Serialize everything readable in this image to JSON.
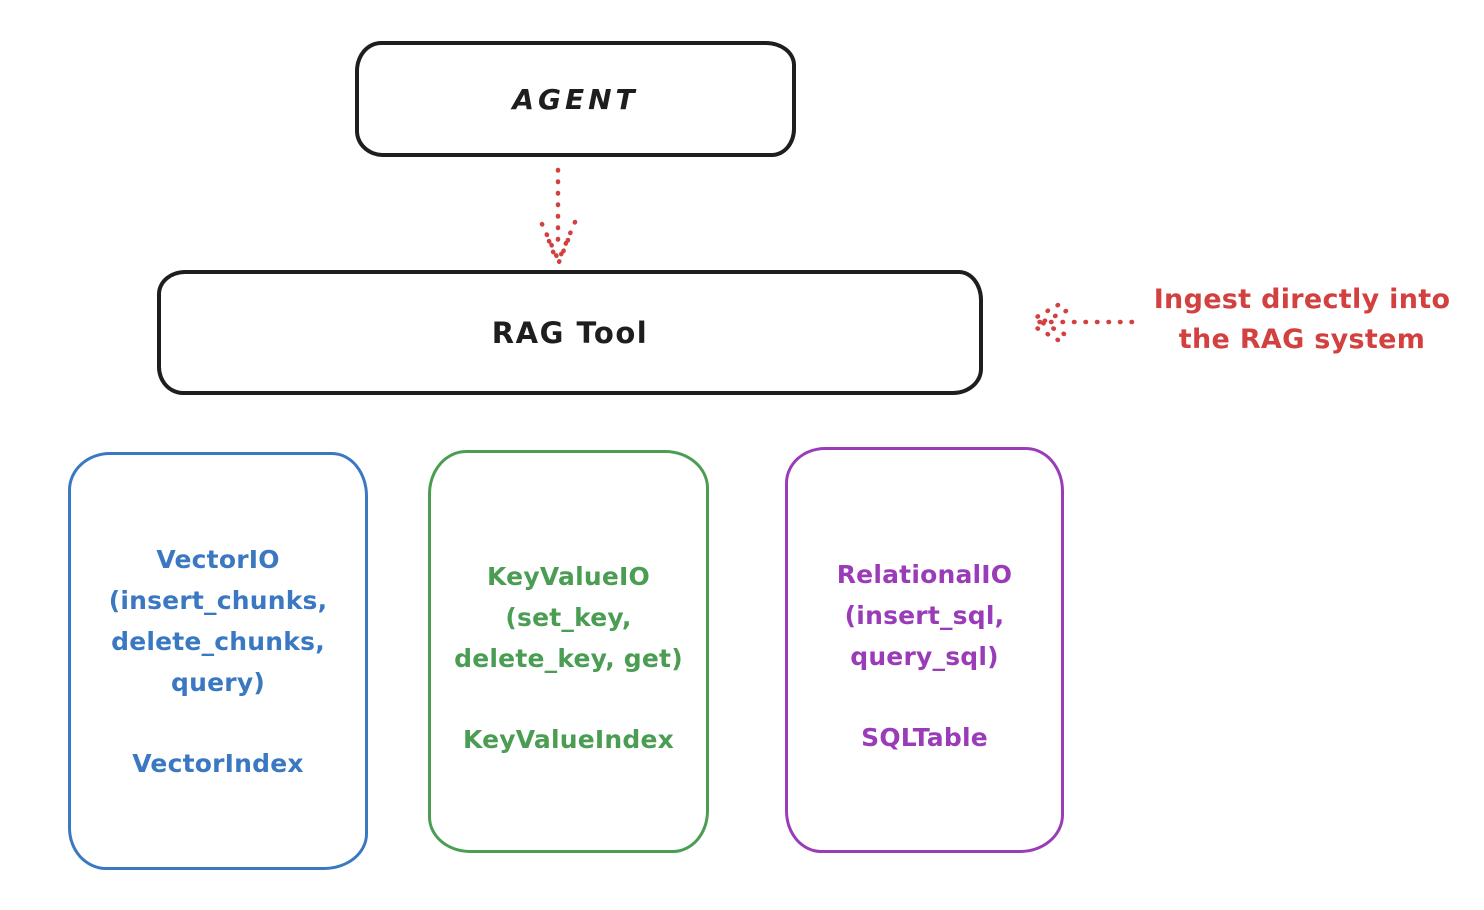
{
  "diagram": {
    "colors": {
      "ink": "#1e1e1e",
      "red": "#d24040",
      "blue": "#3b78c2",
      "green": "#4a9d52",
      "purple": "#9a3cb8",
      "background": "#ffffff"
    },
    "nodes": {
      "agent": {
        "label": "AGENT"
      },
      "rag_tool": {
        "label": "RAG Tool"
      },
      "vector_io": {
        "lines": [
          "VectorIO",
          "(insert_chunks,",
          "delete_chunks,",
          "query)"
        ],
        "index_label": "VectorIndex",
        "color": "#3b78c2"
      },
      "key_value_io": {
        "lines": [
          "KeyValueIO",
          "(set_key,",
          "delete_key, get)"
        ],
        "index_label": "KeyValueIndex",
        "color": "#4a9d52"
      },
      "relational_io": {
        "lines": [
          "RelationalIO",
          "(insert_sql,",
          "query_sql)"
        ],
        "index_label": "SQLTable",
        "color": "#9a3cb8"
      }
    },
    "annotation": {
      "lines": [
        "Ingest directly into",
        "the RAG system"
      ],
      "color": "#d24040"
    },
    "arrows": [
      {
        "name": "agent-to-rag-tool",
        "style": "dotted",
        "direction": "down",
        "color": "#d24040"
      },
      {
        "name": "ingest-into-rag-tool",
        "style": "dotted",
        "direction": "left",
        "color": "#d24040"
      }
    ]
  }
}
